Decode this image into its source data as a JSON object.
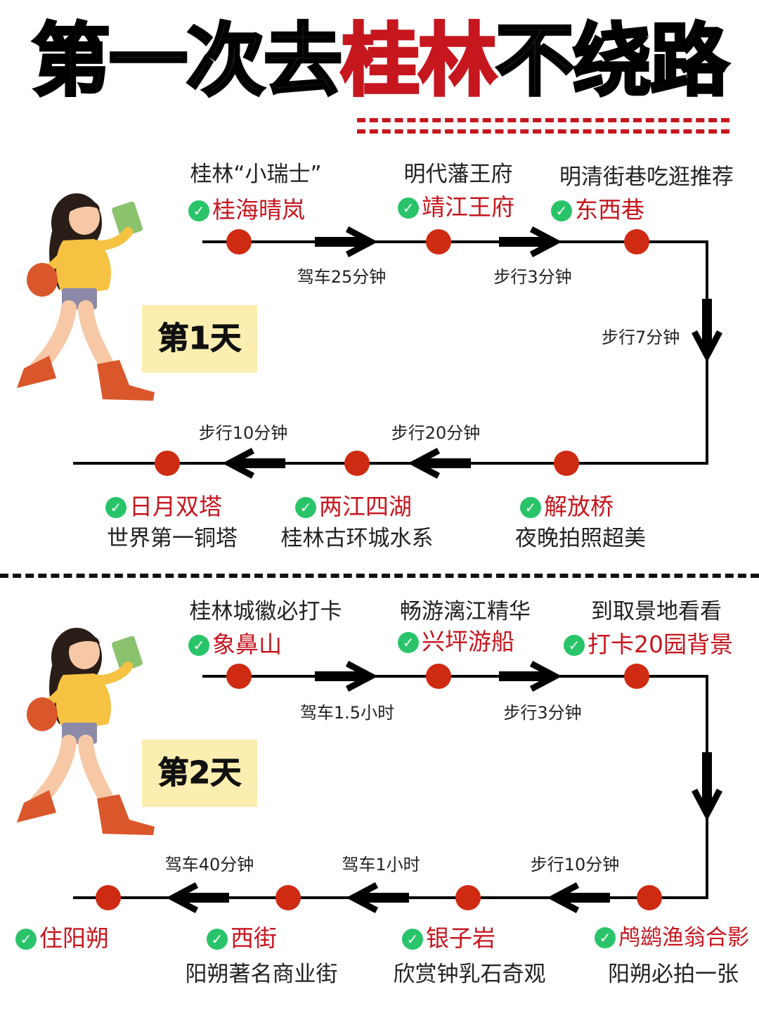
{
  "title": {
    "part1": "第一次去",
    "highlight": "桂林",
    "part2": "不绕路"
  },
  "colors": {
    "accent": "#c6161e",
    "check": "#29c46a",
    "day_badge": "#fbeeb0"
  },
  "icons": {
    "check": "check-circle-icon",
    "dot": "stop-dot-icon",
    "arrow": "arrow-icon"
  },
  "days": [
    {
      "label": "第1天",
      "stops": [
        {
          "name": "桂海晴岚",
          "caption": "桂林“小瑞士”"
        },
        {
          "name": "靖江王府",
          "caption": "明代藩王府"
        },
        {
          "name": "东西巷",
          "caption": "明清街巷吃逛推荐"
        },
        {
          "name": "解放桥",
          "caption": "夜晚拍照超美"
        },
        {
          "name": "两江四湖",
          "caption": "桂林古环城水系"
        },
        {
          "name": "日月双塔",
          "caption": "世界第一铜塔"
        }
      ],
      "legs": [
        "驾车25分钟",
        "步行3分钟",
        "步行7分钟",
        "步行20分钟",
        "步行10分钟"
      ]
    },
    {
      "label": "第2天",
      "stops": [
        {
          "name": "象鼻山",
          "caption": "桂林城徽必打卡"
        },
        {
          "name": "兴坪游船",
          "caption": "畅游漓江精华"
        },
        {
          "name": "打卡20园背景",
          "caption": "到取景地看看"
        },
        {
          "name": "鸬鹚渔翁合影",
          "caption": "阳朔必拍一张"
        },
        {
          "name": "银子岩",
          "caption": "欣赏钟乳石奇观"
        },
        {
          "name": "西街",
          "caption": "阳朔著名商业街"
        },
        {
          "name": "住阳朔",
          "caption": ""
        }
      ],
      "legs": [
        "驾车1.5小时",
        "步行3分钟",
        "步行10分钟",
        "驾车1小时",
        "驾车40分钟"
      ]
    }
  ]
}
